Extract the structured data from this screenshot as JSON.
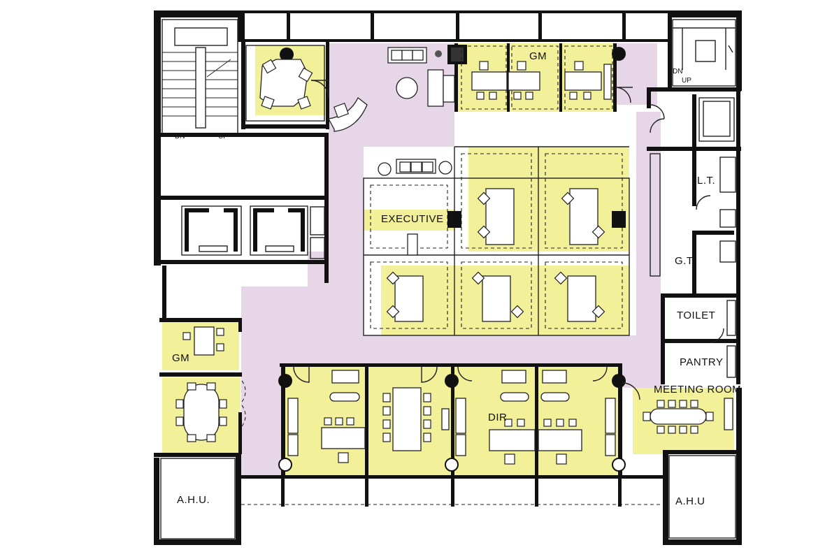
{
  "labels": {
    "gm_top": "GM",
    "executive": "EXECUTIVE",
    "lt": "L.T.",
    "gt": "G.T.",
    "toilet": "TOILET",
    "pantry": "PANTRY",
    "meeting_room": "MEETING  ROOM",
    "dir": "DIR",
    "gm_left": "GM",
    "ahu_left": "A.H.U.",
    "ahu_right": "A.H.U",
    "stair_left_dn": "DN",
    "stair_left_up": "UP",
    "stair_right_dn": "DN",
    "stair_right_up": "UP"
  },
  "colors": {
    "office": "#f3f09a",
    "corridor": "#e6d6e8",
    "wall": "#111111"
  }
}
